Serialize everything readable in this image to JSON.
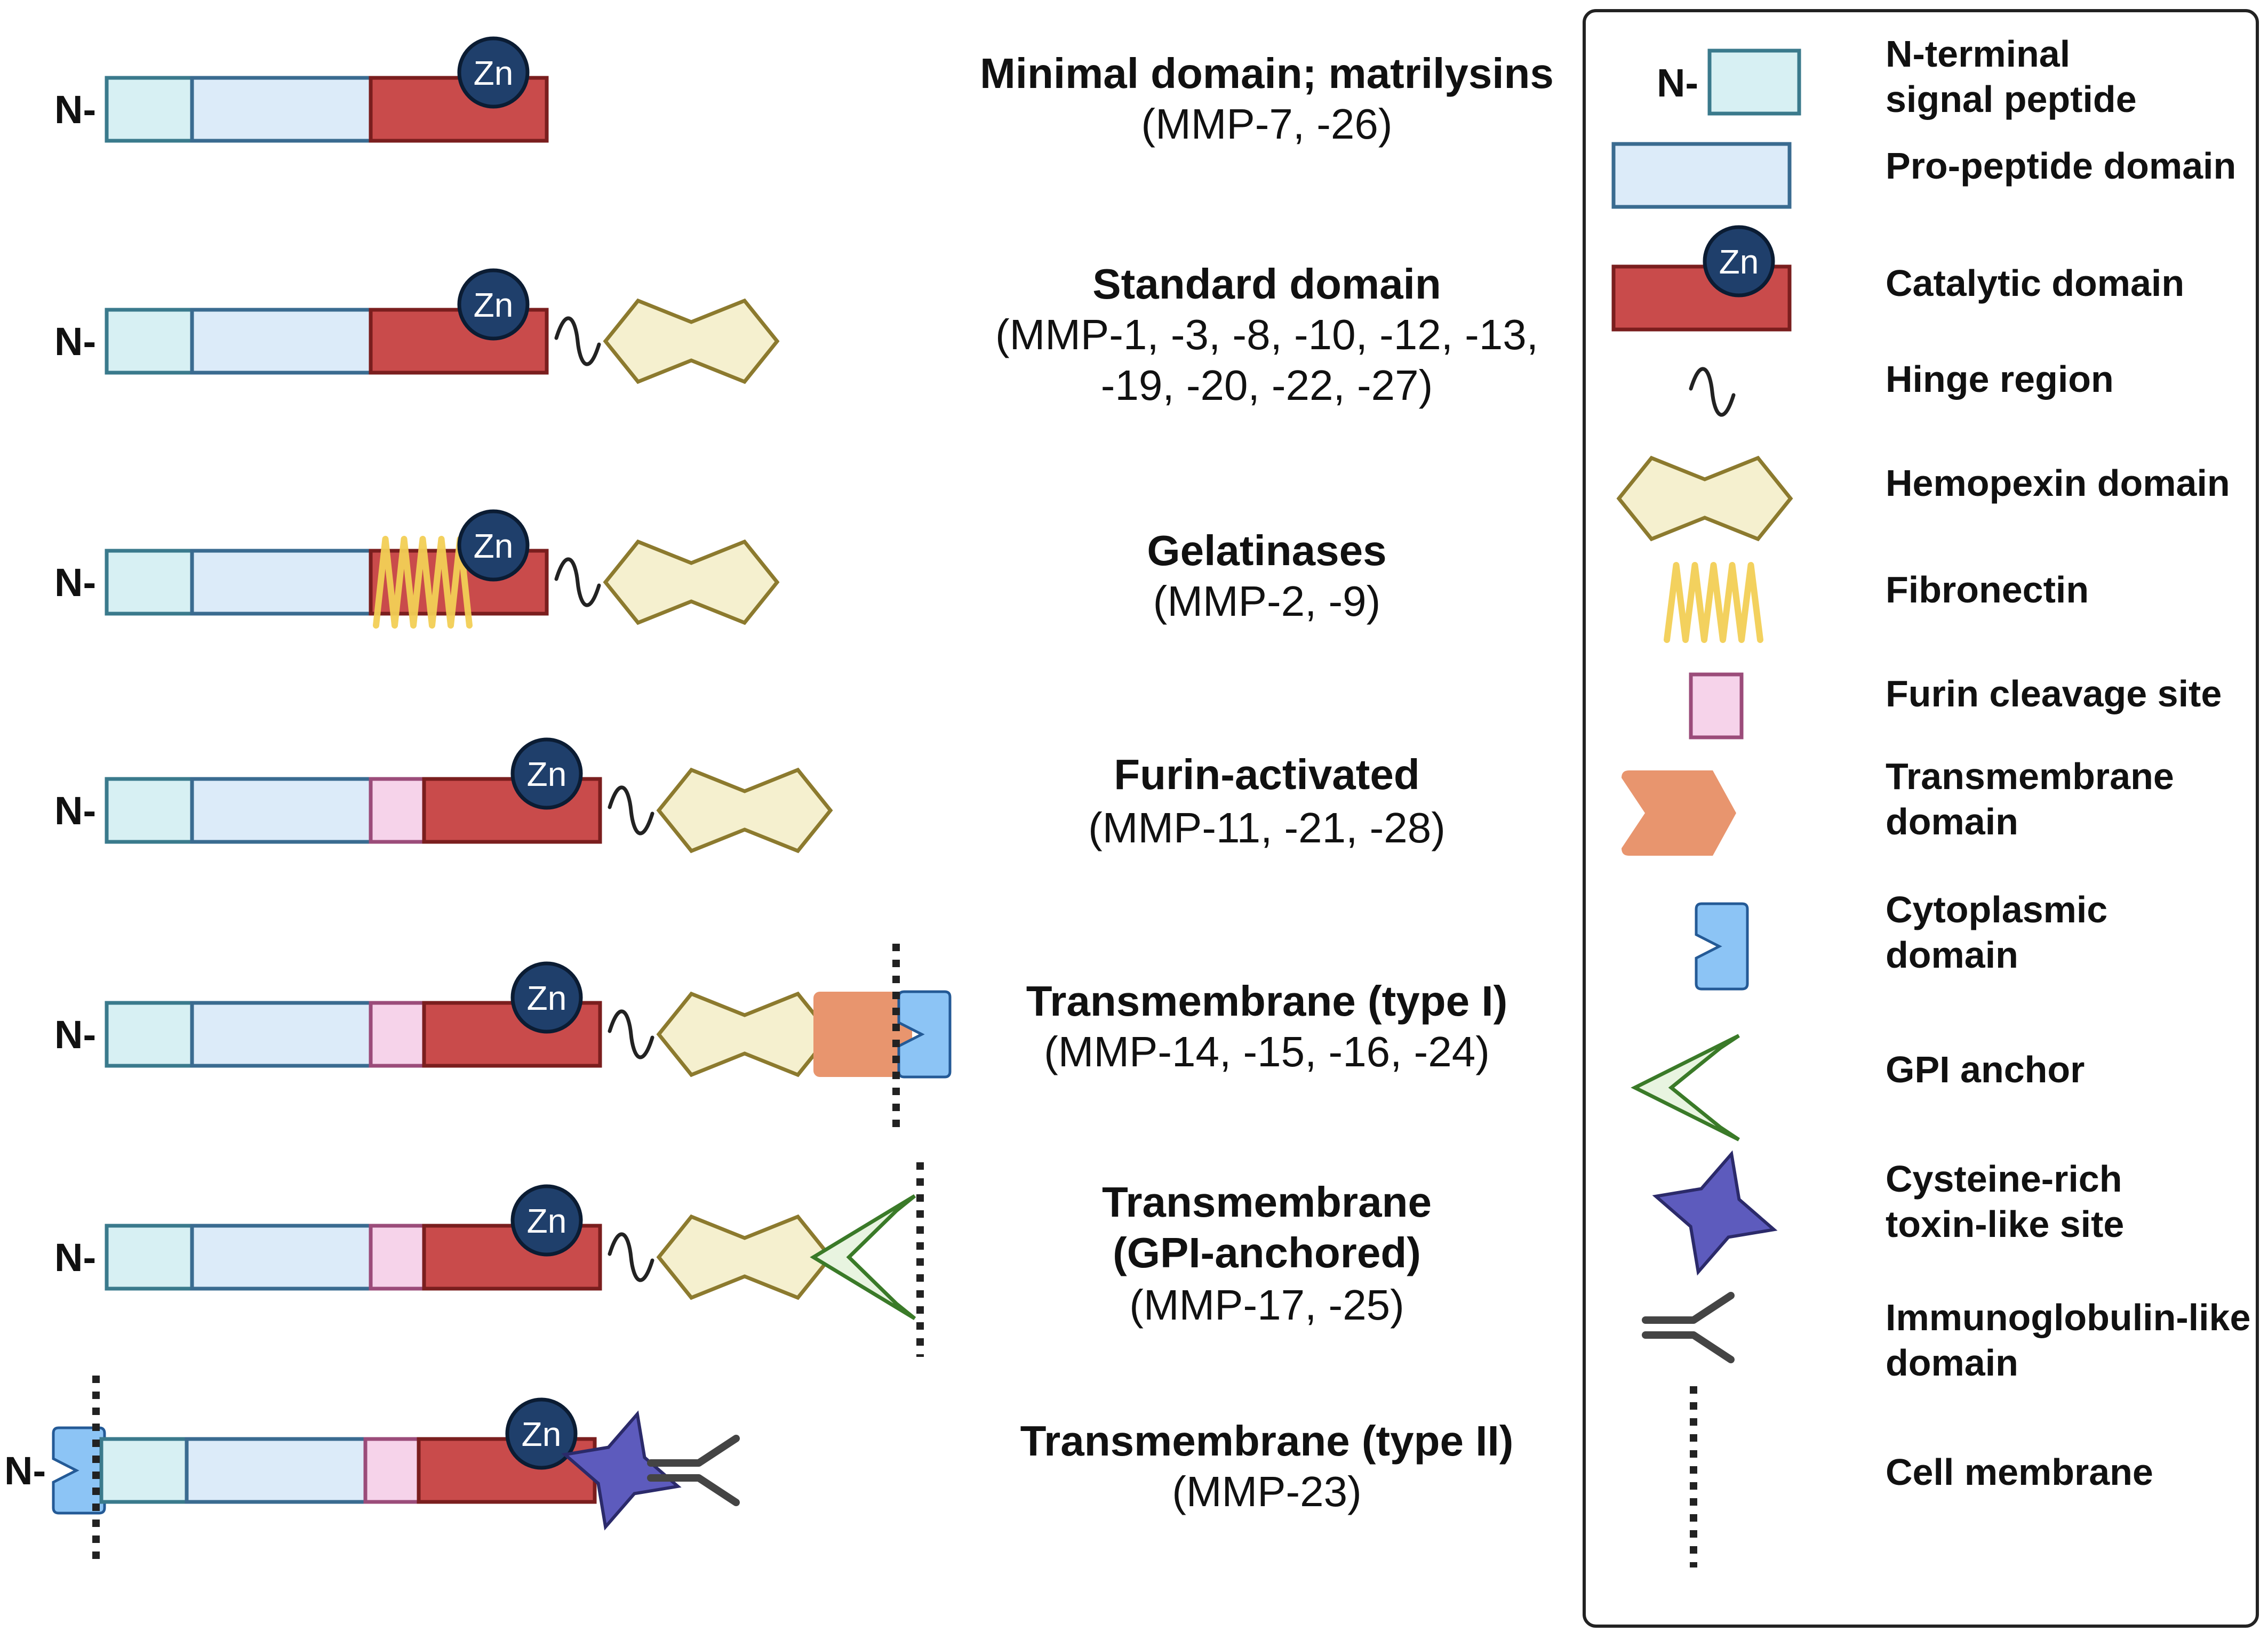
{
  "colors": {
    "signal_peptide": "#d7f0f3",
    "signal_peptide_stroke": "#3a7a8c",
    "propeptide": "#dcebf9",
    "propeptide_stroke": "#3a6b90",
    "catalytic": "#c94b4b",
    "catalytic_stroke": "#7a1e1e",
    "zinc": "#1f3f6b",
    "zinc_stroke": "#0b1c33",
    "hemopexin": "#f5f0cf",
    "hemopexin_stroke": "#8c7a2e",
    "fibronectin": "#f2cf55",
    "furin": "#f6d3ea",
    "furin_stroke": "#9b4c7a",
    "transmembrane": "#e8956e",
    "cytoplasmic": "#8cc4f5",
    "cytoplasmic_stroke": "#245a96",
    "gpi": "#e8f4e0",
    "gpi_stroke": "#3a7a28",
    "cysteine": "#5d5bbd",
    "cysteine_stroke": "#2b2a6a",
    "ig_like": "#444444",
    "membrane": "#222222",
    "hinge": "#222222"
  },
  "diagram": {
    "n_terminus_label": "N-",
    "zinc_label": "Zn",
    "rows": [
      {
        "title": "Minimal domain; matrilysins",
        "members": [
          "(MMP-7, -26)"
        ],
        "domains": [
          "signal-peptide",
          "propeptide",
          "catalytic"
        ]
      },
      {
        "title": "Standard domain",
        "members": [
          "(MMP-1, -3, -8, -10, -12, -13,",
          "-19, -20, -22, -27)"
        ],
        "domains": [
          "signal-peptide",
          "propeptide",
          "catalytic",
          "hinge",
          "hemopexin"
        ]
      },
      {
        "title": "Gelatinases",
        "members": [
          "(MMP-2, -9)"
        ],
        "domains": [
          "signal-peptide",
          "propeptide",
          "catalytic",
          "fibronectin",
          "hinge",
          "hemopexin"
        ]
      },
      {
        "title": "Furin-activated",
        "members": [
          "(MMP-11, -21, -28)"
        ],
        "domains": [
          "signal-peptide",
          "propeptide",
          "furin",
          "catalytic",
          "hinge",
          "hemopexin"
        ]
      },
      {
        "title": "Transmembrane (type I)",
        "members": [
          "(MMP-14, -15, -16, -24)"
        ],
        "domains": [
          "signal-peptide",
          "propeptide",
          "furin",
          "catalytic",
          "hinge",
          "hemopexin",
          "transmembrane",
          "cytoplasmic",
          "cell-membrane"
        ]
      },
      {
        "title": "Transmembrane",
        "title2": "(GPI-anchored)",
        "members": [
          "(MMP-17, -25)"
        ],
        "domains": [
          "signal-peptide",
          "propeptide",
          "furin",
          "catalytic",
          "hinge",
          "hemopexin",
          "gpi-anchor",
          "cell-membrane"
        ]
      },
      {
        "title": "Transmembrane (type II)",
        "members": [
          "(MMP-23)"
        ],
        "domains": [
          "cytoplasmic",
          "cell-membrane",
          "signal-peptide",
          "propeptide",
          "furin",
          "catalytic",
          "cysteine-rich",
          "immunoglobulin-like"
        ]
      }
    ]
  },
  "legend": {
    "items": [
      {
        "key": "signal-peptide",
        "lines": [
          "N-terminal",
          "signal peptide"
        ]
      },
      {
        "key": "propeptide",
        "lines": [
          "Pro-peptide domain"
        ]
      },
      {
        "key": "catalytic",
        "lines": [
          "Catalytic domain"
        ]
      },
      {
        "key": "hinge",
        "lines": [
          "Hinge region"
        ]
      },
      {
        "key": "hemopexin",
        "lines": [
          "Hemopexin domain"
        ]
      },
      {
        "key": "fibronectin",
        "lines": [
          "Fibronectin"
        ]
      },
      {
        "key": "furin",
        "lines": [
          "Furin cleavage site"
        ]
      },
      {
        "key": "transmembrane",
        "lines": [
          "Transmembrane",
          "domain"
        ]
      },
      {
        "key": "cytoplasmic",
        "lines": [
          "Cytoplasmic",
          "domain"
        ]
      },
      {
        "key": "gpi-anchor",
        "lines": [
          "GPI anchor"
        ]
      },
      {
        "key": "cysteine-rich",
        "lines": [
          "Cysteine-rich",
          "toxin-like site"
        ]
      },
      {
        "key": "immunoglobulin-like",
        "lines": [
          "Immunoglobulin-like",
          "domain"
        ]
      },
      {
        "key": "cell-membrane",
        "lines": [
          "Cell membrane"
        ]
      }
    ]
  }
}
